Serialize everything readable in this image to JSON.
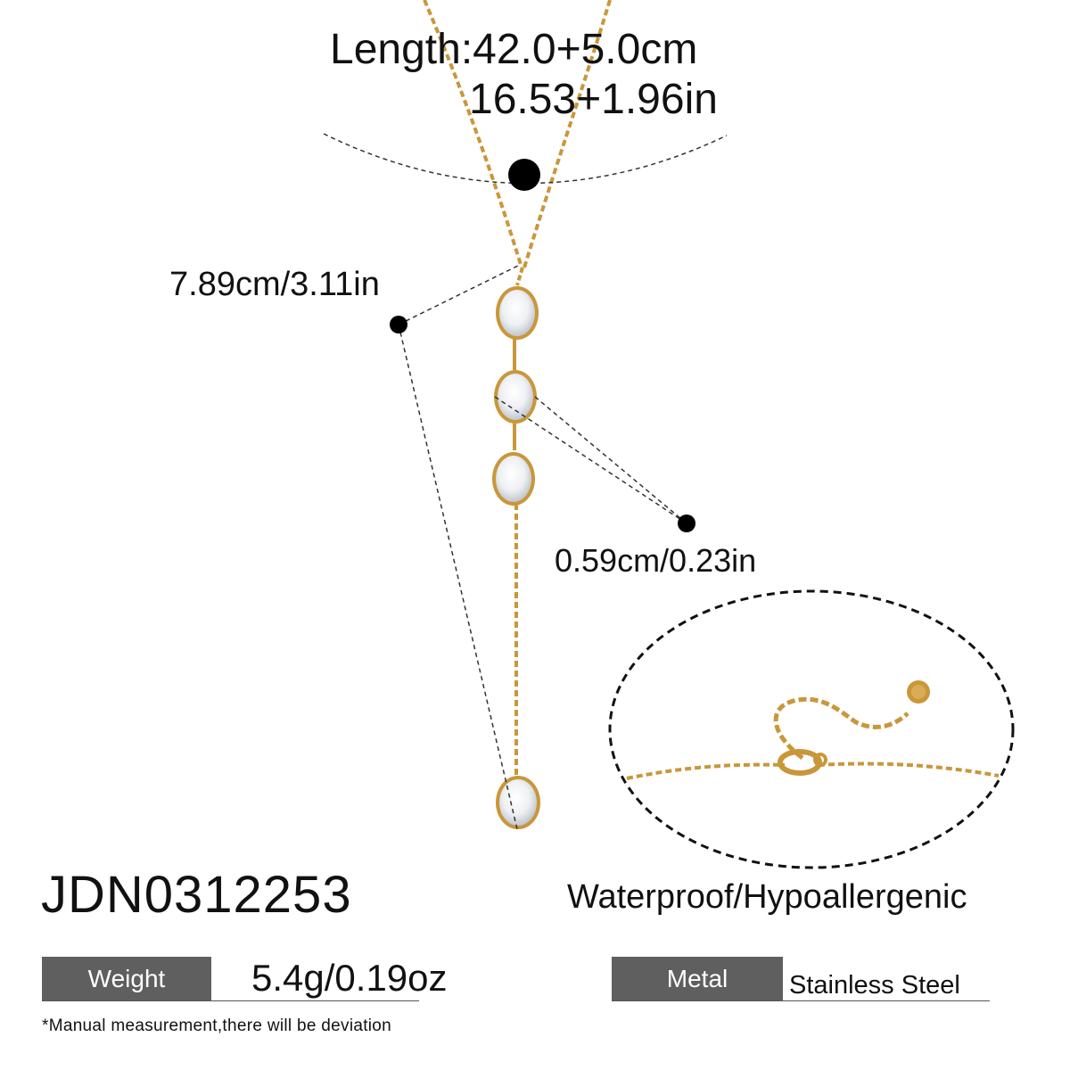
{
  "product": {
    "sku": "JDN0312253",
    "features": "Waterproof/Hypoallergenic",
    "note": "*Manual measurement,there will be deviation"
  },
  "measurements": {
    "length_cm": "Length:42.0+5.0cm",
    "length_in": "16.53+1.96in",
    "drop_length": "7.89cm/3.11in",
    "stone_size": "0.59cm/0.23in"
  },
  "specs": {
    "weight_label": "Weight",
    "weight_value": "5.4g/0.19oz",
    "metal_label": "Metal",
    "metal_value": "Stainless Steel"
  },
  "colors": {
    "gold": "#c9973a",
    "gold_dark": "#a9772a",
    "label_bg": "#5f5f5f",
    "marker": "#000000"
  }
}
